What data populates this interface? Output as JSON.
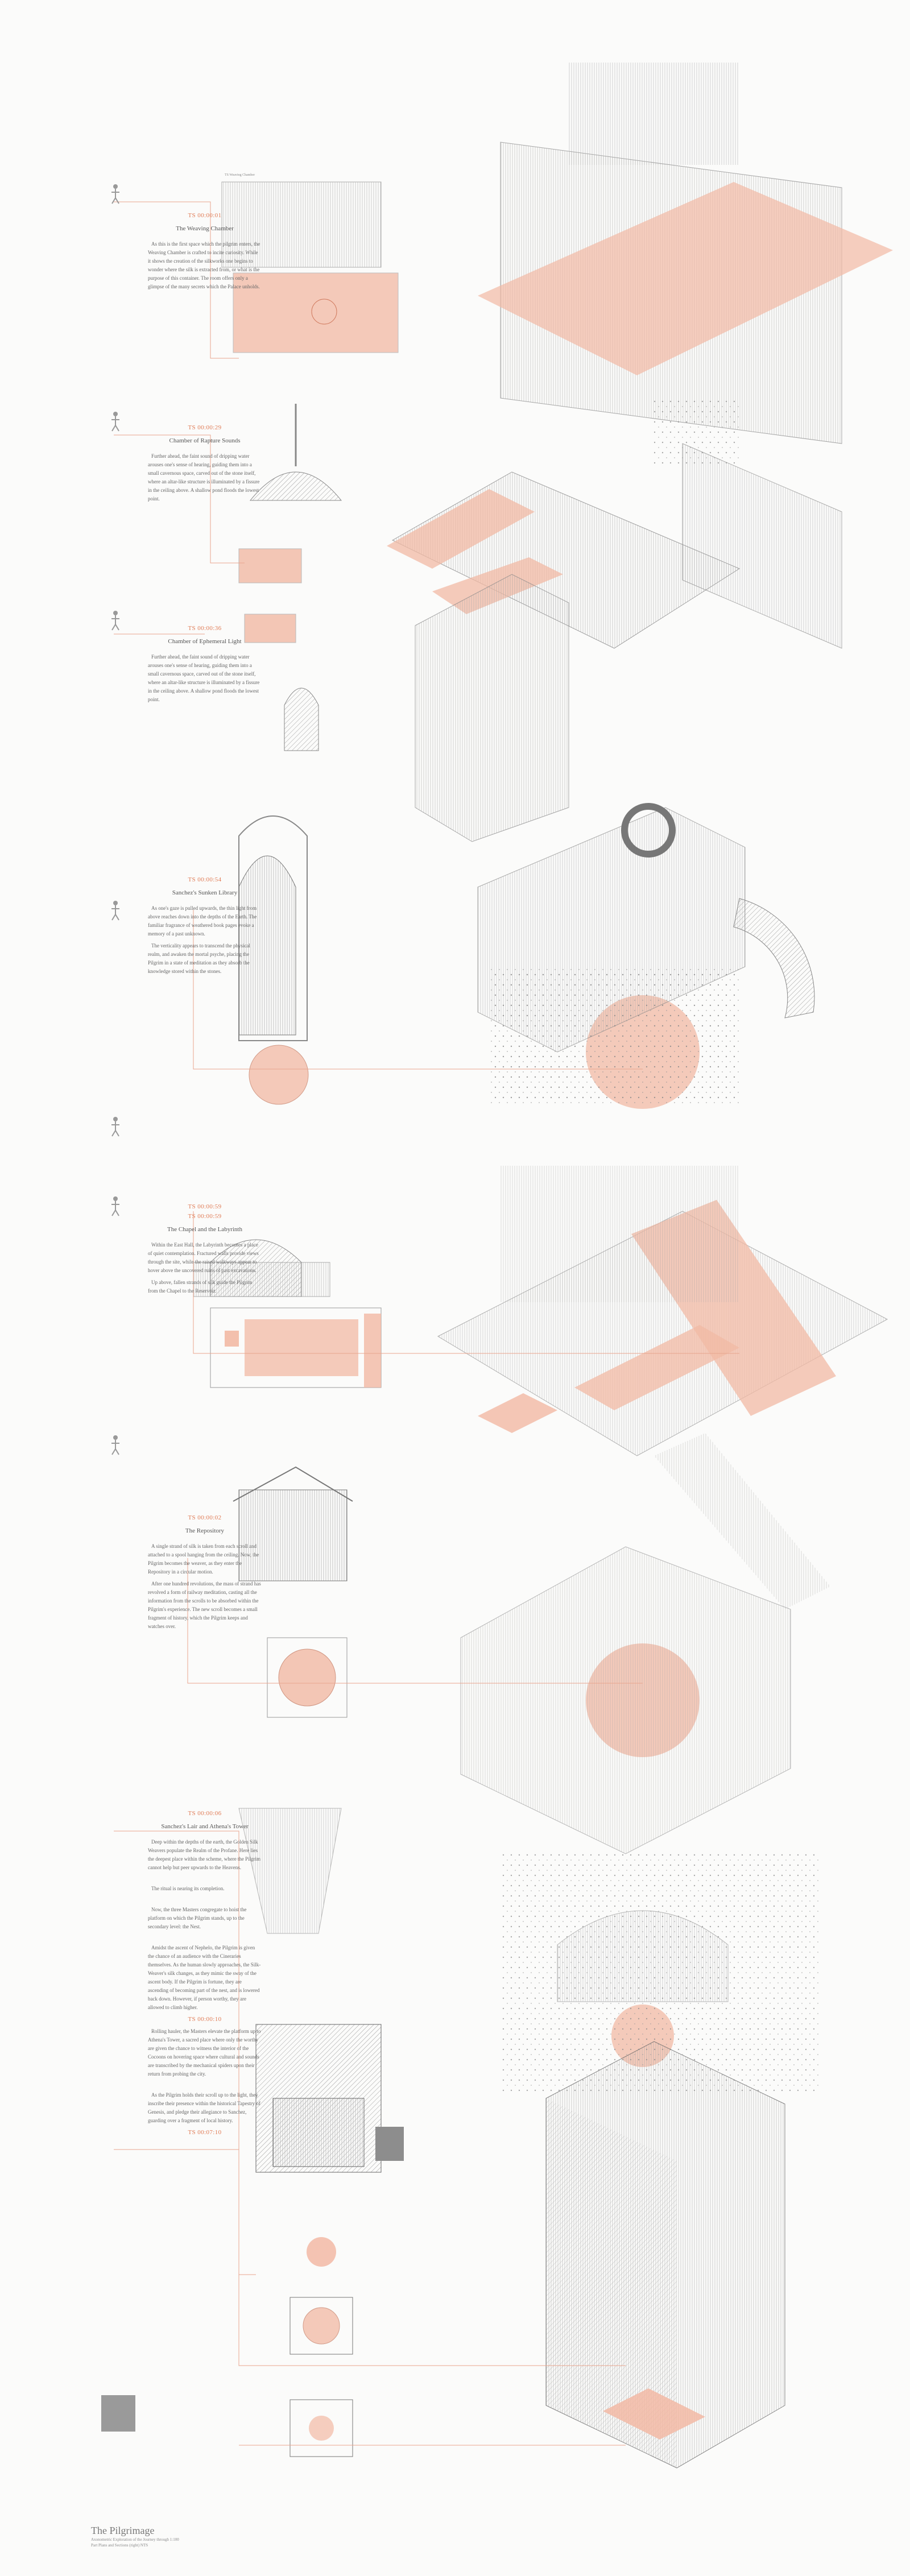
{
  "colors": {
    "accent": "#e07b55",
    "salmon": "#f2b9a4",
    "ink": "#6f6f6f",
    "paper": "#fbfbfa"
  },
  "tiny_label": "TS Weaving Chamber",
  "sections": [
    {
      "ts": "TS 00:00:01",
      "title": "The Weaving Chamber",
      "paragraphs": [
        "As this is the first space which the pilgrim enters, the Weaving Chamber is crafted to incite curiosity. While it shows the creation of the silkworks one begins to wonder where the silk is extracted from, or what is the purpose of this container. The room offers only a glimpse of the many secrets which the Palace unholds."
      ]
    },
    {
      "ts": "TS 00:00:29",
      "title": "Chamber of Rapture Sounds",
      "paragraphs": [
        "Further ahead, the faint sound of dripping water arouses one's sense of hearing, guiding them into a small cavernous space, carved out of the stone itself, where an altar-like structure is illuminated by a fissure in the ceiling above. A shallow pond floods the lowest point."
      ]
    },
    {
      "ts": "TS 00:00:36",
      "title": "Chamber of Ephemeral Light",
      "paragraphs": [
        "Further ahead, the faint sound of dripping water arouses one's sense of hearing, guiding them into a small cavernous space, carved out of the stone itself, where an altar-like structure is illuminated by a fissure in the ceiling above. A shallow pond floods the lowest point."
      ]
    },
    {
      "ts": "TS 00:00:54",
      "title": "Sanchez's Sunken Library",
      "paragraphs": [
        "As one's gaze is pulled upwards, the thin light from above reaches down into the depths of the Earth. The familiar fragrance of weathered book pages evoke a memory of a past unknown.",
        "The verticality appears to transcend the physical realm, and awaken the mortal psyche, placing the Pilgrim in a state of meditation as they absorb the knowledge stored within the stones."
      ]
    },
    {
      "ts": "TS 00:00:59",
      "ts_extra": "TS 00:00:59",
      "title": "The Chapel and the Labyrinth",
      "paragraphs": [
        "Within the East Hall, the Labyrinth becomes a place of quiet contemplation. Fractured walls provide views through the site, while the raised walkways appear to hover above the uncovered ruins of past excavations.",
        "Up above, fallen strands of silk guide the Pilgrim from the Chapel to the Reservoir."
      ]
    },
    {
      "ts": "TS 00:00:02",
      "title": "The Repository",
      "paragraphs": [
        "A single strand of silk is taken from each scroll and attached to a spool hanging from the ceiling. Now, the Pilgrim becomes the weaver, as they enter the Repository in a circular motion.",
        "After one hundred revolutions, the mass of strand has revolved a form of railway meditation, casting all the information from the scrolls to be absorbed within the Pilgrim's experience. The new scroll becomes a small fragment of history, which the Pilgrim keeps and watches over."
      ]
    },
    {
      "ts": "TS 00:00:06",
      "title": "Sanchez's Lair and Athena's Tower",
      "paragraphs": [
        "Deep within the depths of the earth, the Golden Silk Weavers populate the Realm of the Profane. Here lies the deepest place within the scheme, where the Pilgrim cannot help but peer upwards to the Heavens.",
        "The ritual is nearing its completion.",
        "Now, the three Masters congregate to hoist the platform on which the Pilgrim stands, up to the secondary level: the Nest.",
        "Amidst the ascent of Nephelo, the Pilgrim is given the chance of an audience with the Cineraries themselves. As the human slowly approaches, the Silk-Weaver's silk changes, as they mimic the sway of the ascent body. If the Pilgrim is fortune, they are ascending of becoming part of the nest, and is lowered back down. However, if person worthy, they are allowed to climb higher."
      ],
      "ts2": "TS 00:00:10",
      "paragraphs_b": [
        "Rolling hauler, the Masters elevate the platform up to Athena's Tower, a sacred place where only the worthy are given the chance to witness the interior of the Cocoons on hovering space where cultural and sounds are transcribed by the mechanical spiders upon their return from probing the city.",
        "As the Pilgrim holds their scroll up to the light, they inscribe their presence within the historical Tapestry of Genesis, and pledge their allegiance to Sanchez, guarding over a fragment of local history."
      ],
      "ts3": "TS 00:07:10"
    }
  ],
  "footer": {
    "title": "The Pilgrimage",
    "line1": "Axonometric Exploration of the Journey through 1:100",
    "line2": "Part Plans and Sections (right) NTS"
  }
}
